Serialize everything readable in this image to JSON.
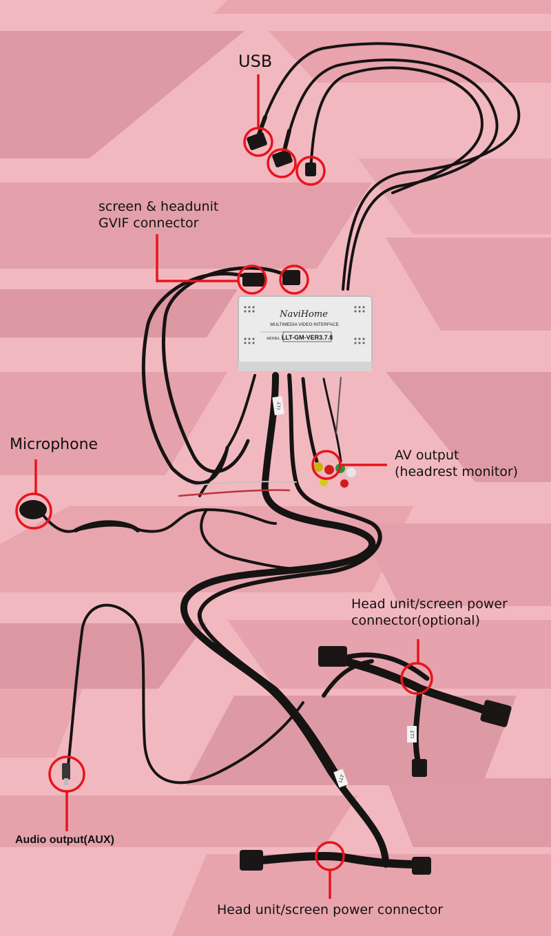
{
  "labels": {
    "usb": "USB",
    "gvif_line1": "screen & headunit",
    "gvif_line2": "GVIF connector",
    "microphone": "Microphone",
    "av_line1": "AV output",
    "av_line2": "(headrest monitor)",
    "hu_opt_line1": "Head unit/screen power",
    "hu_opt_line2": "connector(optional)",
    "audio_aux": "Audio output(AUX)",
    "hu_power": "Head unit/screen power connector"
  },
  "device": {
    "brand": "NaviHome",
    "subtitle": "MULTIMEDIA VIDEO INTERFACE",
    "model_prefix": "MODEL",
    "model": "LLT-GM-VER3.7.8"
  },
  "tags": {
    "harness": "LLT"
  },
  "colors": {
    "background": "#f2b8c0",
    "stripe": "#dd9aa4",
    "callout": "#e8141c",
    "cable": "#161313",
    "device_body": "#ebebeb"
  }
}
